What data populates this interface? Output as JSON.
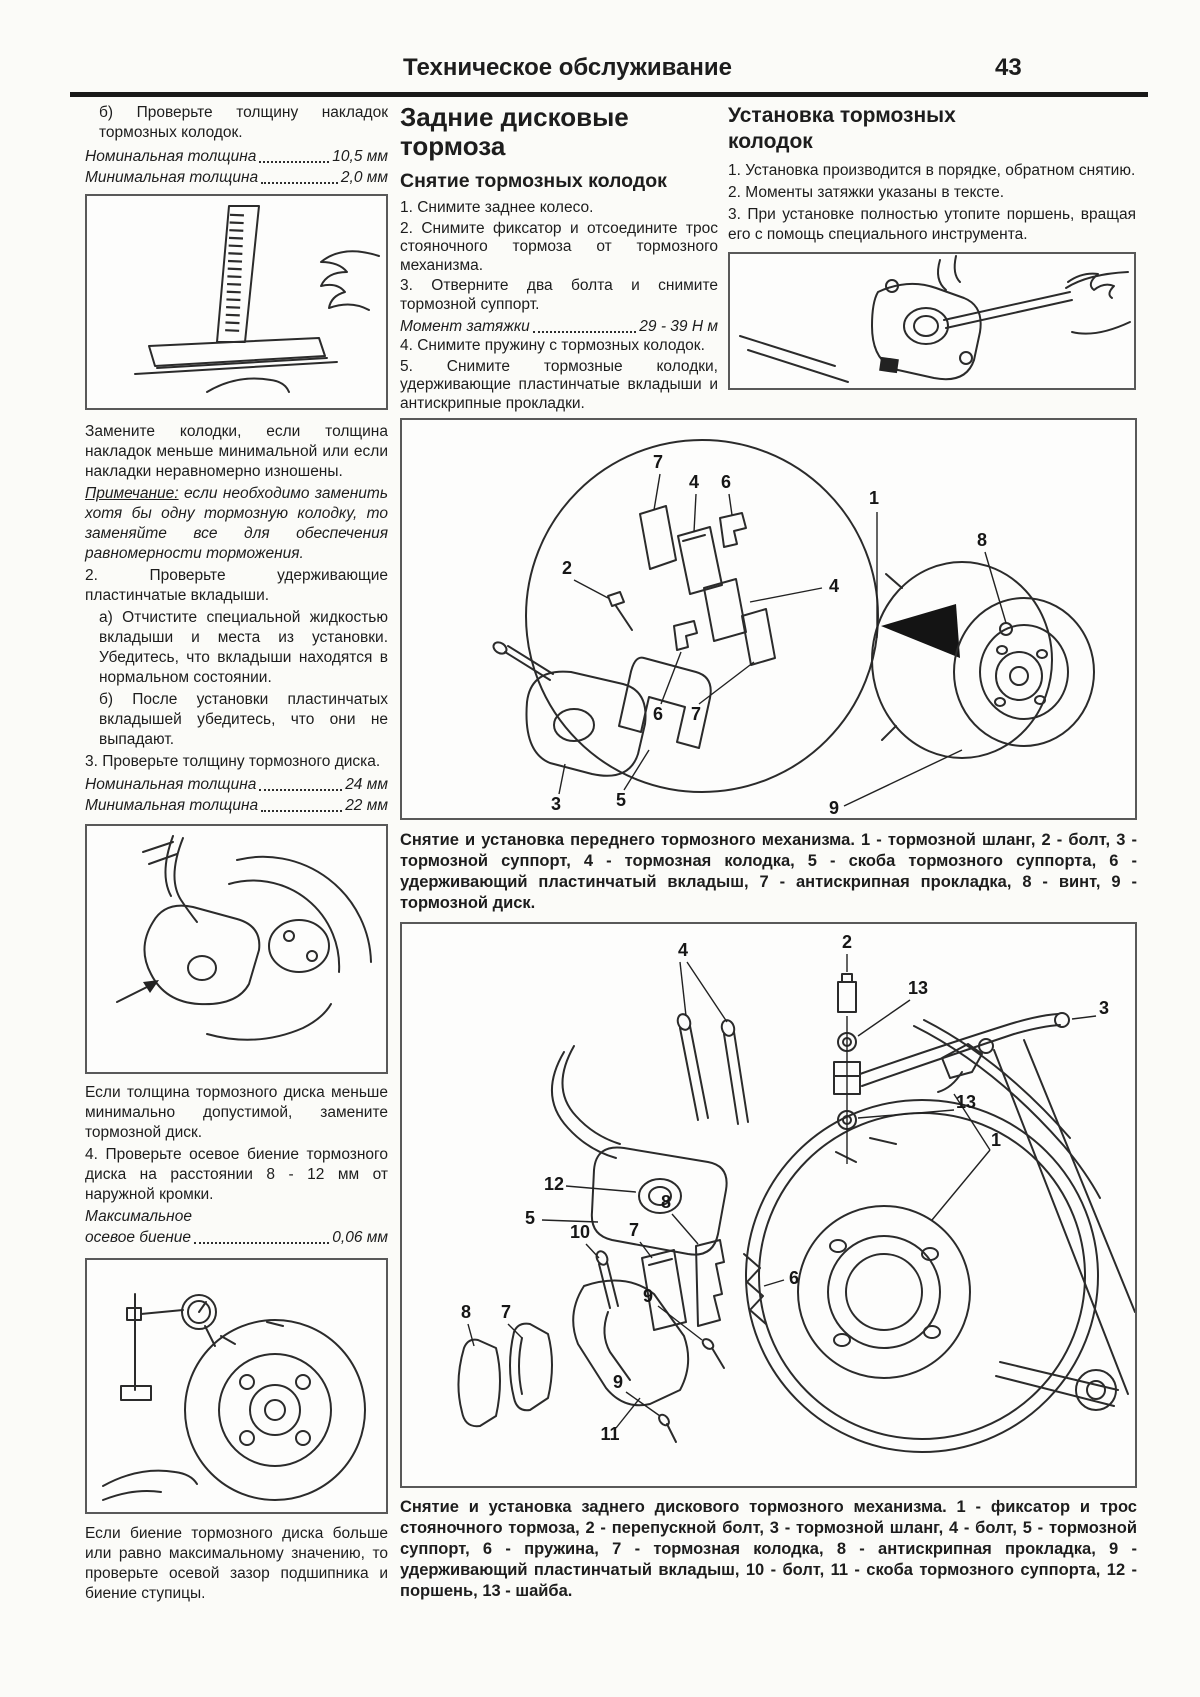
{
  "header": {
    "title": "Техническое обслуживание",
    "page_number": "43"
  },
  "left_column": {
    "para_b": "б) Проверьте толщину накладок тормозных колодок.",
    "specs1": [
      {
        "label": "Номинальная толщина",
        "value": "10,5 мм"
      },
      {
        "label": "Минимальная толщина",
        "value": "2,0 мм"
      }
    ],
    "para_replace": "Замените колодки, если толщина накладок меньше минимальной или если накладки неравномерно изношены.",
    "note_label": "Примечание:",
    "note_body": " если необходимо заменить хотя бы одну тормозную колодку, то заменяйте все для обеспечения равномерности торможения.",
    "step2": "2. Проверьте удерживающие пластинчатые вкладыши.",
    "step2a": "а) Отчистите специальной жидкостью вкладыши и места из установки. Убедитесь, что вкладыши находятся в нормальном состоянии.",
    "step2b": "б) После установки пластинчатых вкладышей убедитесь, что они не выпадают.",
    "step3": "3. Проверьте толщину тормозного диска.",
    "specs2": [
      {
        "label": "Номинальная толщина",
        "value": "24 мм"
      },
      {
        "label": "Минимальная толщина",
        "value": "22 мм"
      }
    ],
    "para_disc": "Если толщина тормозного диска меньше минимально допустимой, замените тормозной диск.",
    "step4": "4. Проверьте осевое биение тормозного диска на расстоянии 8 - 12 мм от наружной кромки.",
    "spec3_label1": "Максимальное",
    "spec3": {
      "label": "осевое биение",
      "value": "0,06 мм"
    },
    "para_runout": "Если биение тормозного диска больше или равно максимальному значению, то проверьте осевой зазор подшипника и биение ступицы."
  },
  "middle_column": {
    "h1": "Задние дисковые тормоза",
    "h2": "Снятие тормозных колодок",
    "step1": "1. Снимите заднее колесо.",
    "step2": "2. Снимите фиксатор и отсоедините трос стояночного тормоза от тормозного механизма.",
    "step3": "3. Отверните два болта и снимите тормозной суппорт.",
    "torque": {
      "label": "Момент затяжки",
      "value": "29 - 39 Н м"
    },
    "step4": "4. Снимите пружину с тормозных колодок.",
    "step5": "5. Снимите тормозные колодки, удерживающие пластинчатые вкладыши и антискрипные прокладки."
  },
  "right_column": {
    "h2": "Установка тормозных колодок",
    "step1": "1. Установка производится в порядке, обратном снятию.",
    "step2": "2. Моменты затяжки указаны в тексте.",
    "step3": "3. При установке полностью утопите поршень, вращая его с помощь специального инструмента."
  },
  "figures": {
    "front": {
      "caption": "Снятие и установка переднего тормозного механизма. 1 - тормозной шланг, 2 - болт, 3 - тормозной суппорт, 4 - тормозная колодка, 5 - скоба тормозного суппорта, 6 - удерживающий пластинчатый вкладыш, 7 - антискрипная прокладка, 8 - винт, 9 - тормозной диск.",
      "labels": [
        "7",
        "4",
        "6",
        "2",
        "4",
        "6",
        "7",
        "3",
        "5",
        "1",
        "8",
        "9"
      ]
    },
    "rear": {
      "caption": "Снятие и установка заднего дискового тормозного механизма. 1 - фиксатор и трос стояночного тормоза, 2 - перепускной болт, 3 - тормозной шланг, 4 - болт, 5 - тормозной суппорт, 6 - пружина, 7 - тормозная колодка, 8 - антискрипная прокладка, 9 - удерживающий пластинчатый вкладыш, 10 - болт, 11 - скоба тормозного суппорта, 12 - поршень, 13 - шайба.",
      "labels": [
        "4",
        "2",
        "13",
        "3",
        "13",
        "12",
        "5",
        "10",
        "7",
        "8",
        "6",
        "8",
        "7",
        "9",
        "9",
        "11",
        "1"
      ]
    }
  },
  "colors": {
    "ink": "#1d1d1d",
    "rule": "#191919"
  }
}
